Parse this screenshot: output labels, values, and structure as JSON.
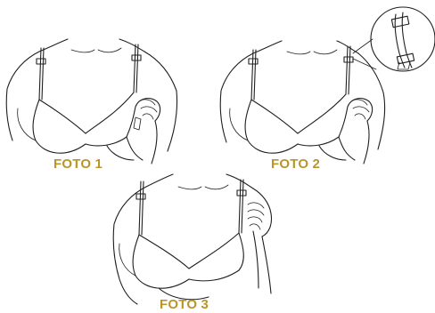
{
  "captions": {
    "foto1": "FOTO 1",
    "foto2": "FOTO 2",
    "foto3": "FOTO 3"
  },
  "colors": {
    "caption": "#b8962a",
    "line": "#1f1f1f",
    "background": "#ffffff"
  },
  "illustrations": [
    {
      "panel": "foto1",
      "icon": "bra-strap-adjust-illustration"
    },
    {
      "panel": "foto2",
      "icon": "bra-strap-adjust-illustration",
      "inset": "strap-slider-zoom-icon"
    },
    {
      "panel": "foto3",
      "icon": "bra-strap-adjust-illustration"
    }
  ]
}
